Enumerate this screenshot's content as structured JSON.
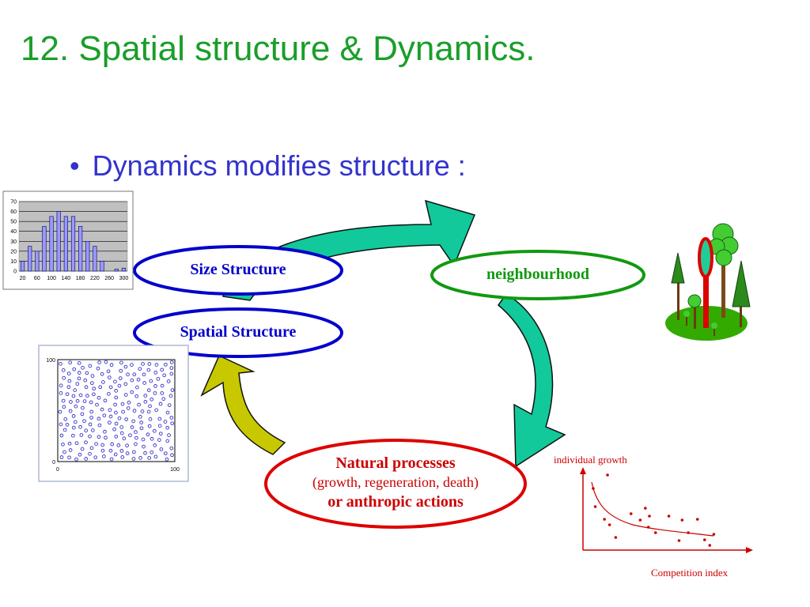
{
  "title": "12. Spatial structure & Dynamics.",
  "bullet": "Dynamics modifies structure :",
  "nodes": {
    "size_structure": "Size Structure",
    "spatial_structure": "Spatial Structure",
    "neighbourhood": "neighbourhood",
    "natural_processes": {
      "line1": "Natural processes",
      "line2": "(growth, regeneration, death)",
      "line3": "or anthropic actions"
    }
  },
  "colors": {
    "title": "#1a9e2a",
    "bullet": "#3333cc",
    "ellipse_blue": "#0000cc",
    "ellipse_green": "#119911",
    "ellipse_red": "#dd0000",
    "arrow_teal": "#11c99a",
    "arrow_yellow": "#c8c800"
  },
  "chart_data": [
    {
      "type": "bar",
      "categories": [
        "20",
        "40",
        "60",
        "80",
        "100",
        "120",
        "140",
        "160",
        "180",
        "200",
        "220",
        "240",
        "260",
        "280",
        "300"
      ],
      "values": [
        10,
        25,
        20,
        45,
        55,
        60,
        55,
        55,
        45,
        30,
        25,
        10,
        0,
        2,
        3
      ],
      "x_tick_labels": [
        "20",
        "60",
        "100",
        "140",
        "180",
        "220",
        "260",
        "300"
      ],
      "y_tick_labels": [
        "0",
        "10",
        "20",
        "30",
        "40",
        "50",
        "60",
        "70"
      ],
      "ylim": [
        0,
        70
      ],
      "grid": true
    },
    {
      "type": "scatter",
      "x_tick_labels": [
        "0",
        "100"
      ],
      "y_tick_labels": [
        "0",
        "100"
      ],
      "xlim": [
        0,
        100
      ],
      "ylim": [
        0,
        100
      ],
      "marker": "hollow-circle",
      "point_count": 220
    },
    {
      "type": "scatter",
      "xlabel": "Competition index",
      "ylabel": "individual growth",
      "axes_ticks": false,
      "points": [
        [
          1.0,
          7.8
        ],
        [
          2.4,
          9.5
        ],
        [
          1.2,
          5.5
        ],
        [
          2.1,
          3.9
        ],
        [
          2.6,
          3.2
        ],
        [
          3.2,
          1.6
        ],
        [
          4.7,
          4.6
        ],
        [
          5.6,
          3.8
        ],
        [
          6.1,
          5.3
        ],
        [
          6.4,
          2.9
        ],
        [
          6.5,
          4.3
        ],
        [
          7.1,
          2.2
        ],
        [
          8.4,
          4.3
        ],
        [
          9.4,
          1.2
        ],
        [
          9.7,
          3.8
        ],
        [
          10.3,
          2.2
        ],
        [
          11.2,
          3.9
        ],
        [
          11.9,
          1.3
        ],
        [
          12.4,
          0.6
        ],
        [
          12.8,
          2.0
        ]
      ],
      "trend": "decreasing"
    }
  ]
}
